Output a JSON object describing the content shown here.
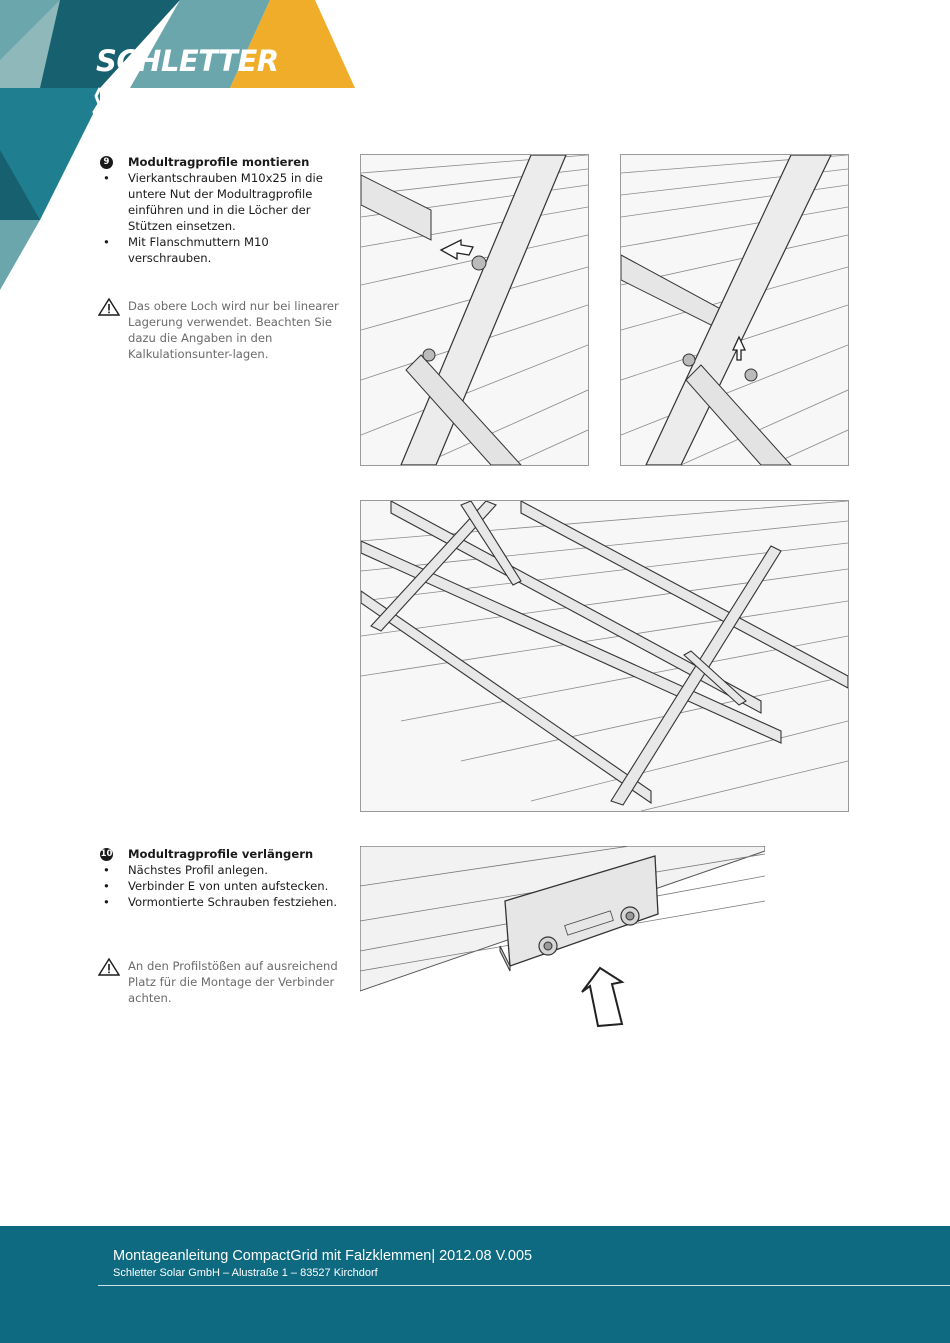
{
  "brand": {
    "logo_text": "SCHLETTER"
  },
  "step9": {
    "number": "9",
    "title": "Modultragprofile montieren",
    "bullets": [
      "Vierkantschrauben M10x25 in die untere Nut der Modultragprofile einführen und in die Löcher der Stützen einsetzen.",
      "Mit Flanschmuttern M10 verschrauben."
    ],
    "note": "Das obere Loch wird nur bei linearer Lagerung verwendet. Beachten Sie dazu die Angaben in den Kalkulationsunter-lagen."
  },
  "step10": {
    "number": "10",
    "title": "Modultragprofile verlängern",
    "bullets": [
      "Nächstes Profil anlegen.",
      "Verbinder E von unten aufstecken.",
      "Vormontierte Schrauben festziehen."
    ],
    "note": "An den Profilstößen auf ausreichend Platz für die Montage der Verbinder achten."
  },
  "footer": {
    "title": "Montageanleitung CompactGrid mit Falzklemmen| 2012.08 V.005",
    "address": "Schletter Solar GmbH – Alustraße 1 – 83527 Kirchdorf"
  },
  "colors": {
    "teal_dark": "#17606f",
    "teal_mid": "#1f7e8f",
    "teal_light": "#6aa6ac",
    "yellow": "#f0ad2a",
    "footer": "#0e6a80"
  }
}
